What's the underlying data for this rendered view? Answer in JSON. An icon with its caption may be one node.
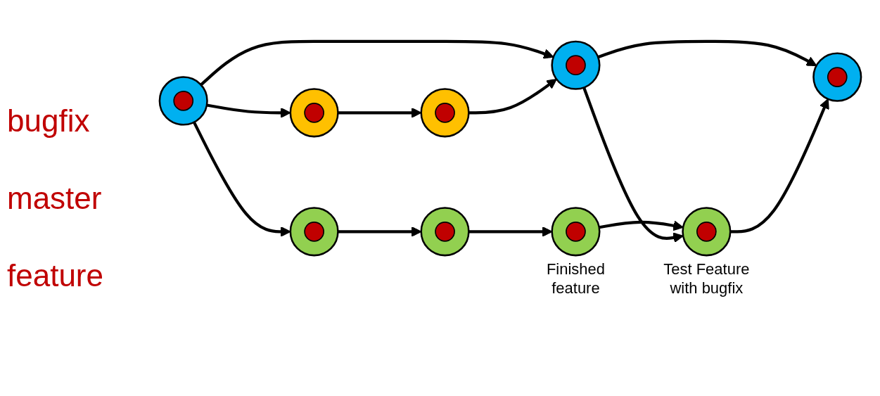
{
  "diagram": {
    "nodes": [
      {
        "text": [],
        "shape": "circle"
      },
      {
        "text": [],
        "shape": "circle"
      },
      {
        "text": [],
        "shape": "circle"
      },
      {
        "text": [],
        "shape": "circle"
      },
      {
        "text": [],
        "shape": "circle"
      },
      {
        "text": [],
        "shape": "circle"
      },
      {
        "text": [],
        "shape": "circle",
        "beside": [
          "Finished feature"
        ]
      },
      {
        "text": [],
        "shape": "circle",
        "beside": [
          "Test Feature with bugfix"
        ]
      },
      {
        "text": [],
        "shape": "circle"
      }
    ],
    "edges": [
      {
        "from": 0,
        "to": 1,
        "arrow": "to"
      },
      {
        "from": 0,
        "to": 5,
        "arrow": "to"
      },
      {
        "from": 0,
        "to": 2,
        "arrow": "to"
      },
      {
        "from": 1,
        "to": 3,
        "arrow": "to"
      },
      {
        "from": 3,
        "to": 5,
        "arrow": "to"
      },
      {
        "from": 2,
        "to": 4,
        "arrow": "to"
      },
      {
        "from": 4,
        "to": 6,
        "arrow": "to"
      },
      {
        "from": 6,
        "to": 7,
        "arrow": "to"
      },
      {
        "from": 5,
        "to": 7,
        "arrow": "to"
      },
      {
        "from": 5,
        "to": 8,
        "arrow": "to"
      },
      {
        "from": 7,
        "to": 8,
        "arrow": "to"
      }
    ],
    "labels": [
      "bugfix",
      "master",
      "feature"
    ]
  }
}
